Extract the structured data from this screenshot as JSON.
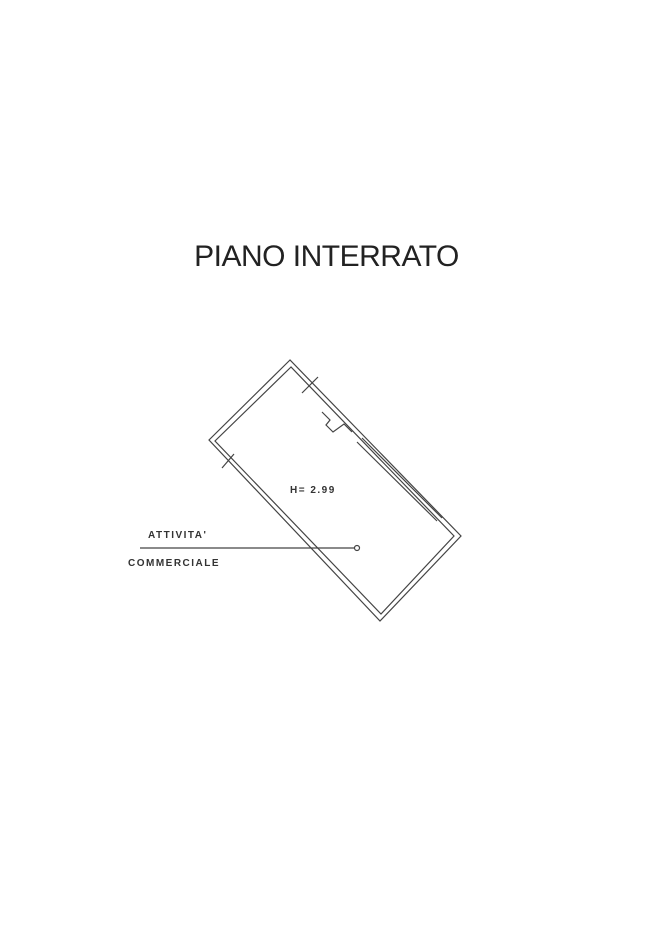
{
  "title": "PIANO INTERRATO",
  "room": {
    "height_label": "H= 2.99"
  },
  "callout": {
    "line1": "ATTIVITA'",
    "line2": "COMMERCIALE"
  }
}
